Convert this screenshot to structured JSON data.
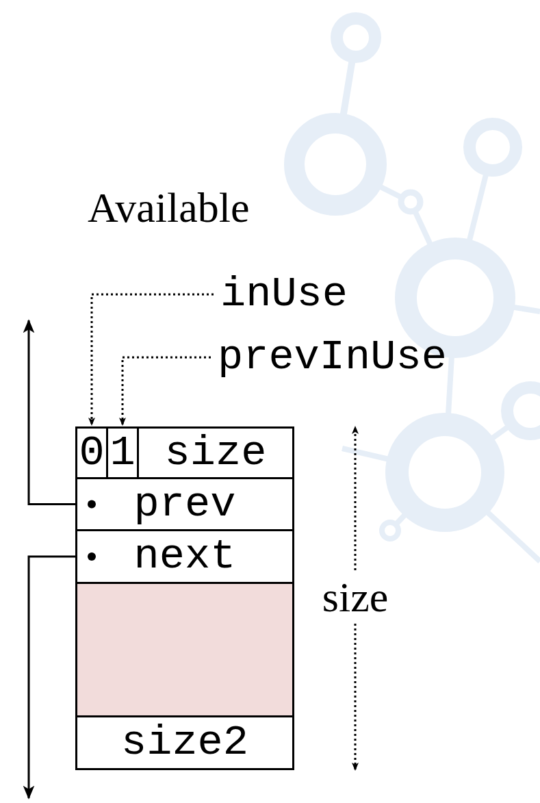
{
  "diagram": {
    "title": "Available",
    "nodes": [
      {
        "text": [
          "0"
        ]
      },
      {
        "text": [
          "1"
        ]
      },
      {
        "text": [
          "size"
        ]
      },
      {
        "text": [
          "prev"
        ]
      },
      {
        "text": [
          "next"
        ]
      },
      {
        "text": [
          "size2"
        ]
      }
    ],
    "labels": [
      "inUse",
      "prevInUse",
      "size"
    ]
  }
}
